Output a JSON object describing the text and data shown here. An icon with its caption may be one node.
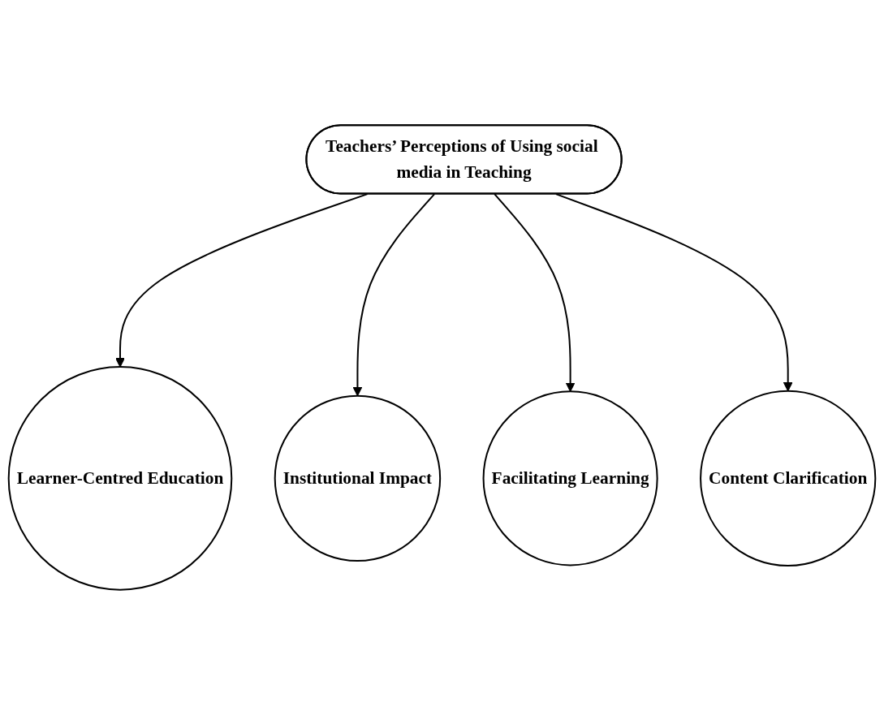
{
  "diagram": {
    "nodes": [
      {
        "text": [
          "Teachers’ Perceptions of Using social media in Teaching"
        ]
      },
      {
        "text": [
          "Learner-Centred Education"
        ]
      },
      {
        "text": [
          "Institutional Impact"
        ]
      },
      {
        "text": [
          "Facilitating Learning"
        ]
      },
      {
        "text": [
          "Content Clarification"
        ]
      }
    ],
    "edges": [
      {
        "from": 0,
        "to": 1,
        "arrow": "to"
      },
      {
        "from": 0,
        "to": 2,
        "arrow": "to"
      },
      {
        "from": 0,
        "to": 3,
        "arrow": "to"
      },
      {
        "from": 0,
        "to": 4,
        "arrow": "to"
      }
    ]
  }
}
